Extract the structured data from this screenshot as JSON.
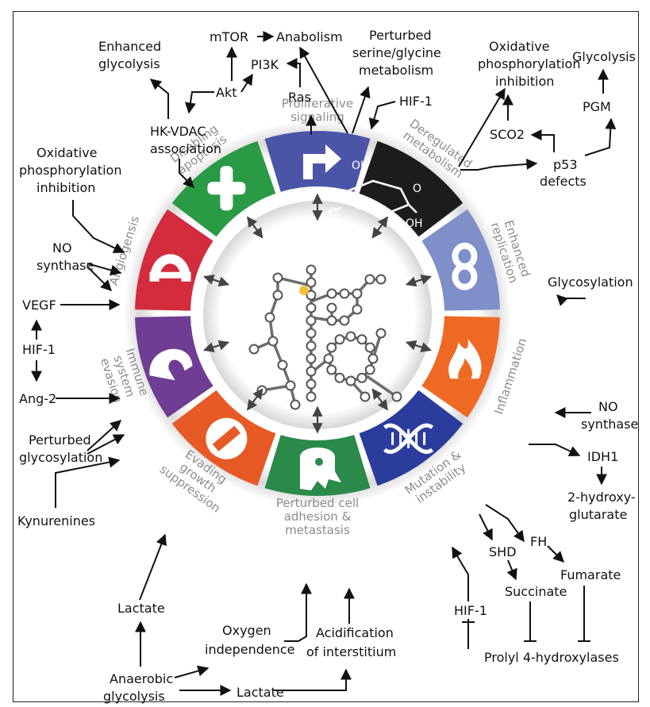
{
  "hallmarks": [
    {
      "key": "proliferative",
      "lines": [
        "Proliferative",
        "signaling"
      ],
      "color": "#4b55a8"
    },
    {
      "key": "metabolism",
      "lines": [
        "Deregulated",
        "metabolism"
      ],
      "color": "#1c1c1c"
    },
    {
      "key": "replication",
      "lines": [
        "Enhanced",
        "replication"
      ],
      "color": "#7f8fc9"
    },
    {
      "key": "inflammation",
      "lines": [
        "Inflammation"
      ],
      "color": "#ee6a24"
    },
    {
      "key": "mutation",
      "lines": [
        "Mutation &",
        "instability"
      ],
      "color": "#2a3d9c"
    },
    {
      "key": "adhesion",
      "lines": [
        "Perturbed cell",
        "adhesion &",
        "metastasis"
      ],
      "color": "#2a8a4a"
    },
    {
      "key": "growth",
      "lines": [
        "Evading",
        "growth",
        "suppression"
      ],
      "color": "#e85a25"
    },
    {
      "key": "immune",
      "lines": [
        "Immune",
        "system",
        "evasion"
      ],
      "color": "#6f3d93"
    },
    {
      "key": "angiogenesis",
      "lines": [
        "Angiogensis"
      ],
      "color": "#d22c3d"
    },
    {
      "key": "apoptosis",
      "lines": [
        "Disabling",
        "apoptosis"
      ],
      "color": "#2a9a45"
    }
  ],
  "metabolite_labels": {
    "oh_top": "OH",
    "o_left": "O",
    "oh_bottom": "OH",
    "o_ring": "O"
  },
  "labels": {
    "mtor": "mTOR",
    "anabolism": "Anabolism",
    "pi3k": "PI3K",
    "ras": "Ras",
    "akt": "Akt",
    "enhanced_glycolysis": [
      "Enhanced",
      "glycolysis"
    ],
    "hk_vdac": [
      "HK-VDAC",
      "association"
    ],
    "serine": [
      "Perturbed",
      "serine/glycine",
      "metabolism"
    ],
    "hif1_top": "HIF-1",
    "oxphos_right": [
      "Oxidative",
      "phosphorylation",
      "inhibition"
    ],
    "glycolysis_right": "Glycolysis",
    "pgm": "PGM",
    "sco2": "SCO2",
    "p53": [
      "p53",
      "defects"
    ],
    "oxphos_left": [
      "Oxidative",
      "phosphorylation",
      "inhibition"
    ],
    "no_synthase_left": [
      "NO",
      "synthase"
    ],
    "vegf": "VEGF",
    "hif1_left": "HIF-1",
    "ang2": "Ang-2",
    "perturbed_glyco": [
      "Perturbed",
      "glycosylation"
    ],
    "kynurenines": "Kynurenines",
    "glycosylation": "Glycosylation",
    "no_synthase_right": [
      "NO",
      "synthase"
    ],
    "idh1": "IDH1",
    "hydroxy": [
      "2-hydroxy-",
      "glutarate"
    ],
    "shd": "SHD",
    "fh": "FH",
    "fumarate": "Fumarate",
    "succinate": "Succinate",
    "hif1_bottom": "HIF-1",
    "prolyl": "Prolyl 4-hydroxylases",
    "lactate_left": "Lactate",
    "oxygen": [
      "Oxygen",
      "independence"
    ],
    "acidification": [
      "Acidification",
      "of interstitium"
    ],
    "anaerobic": [
      "Anaerobic",
      "glycolysis"
    ],
    "lactate_bottom": "Lactate"
  }
}
